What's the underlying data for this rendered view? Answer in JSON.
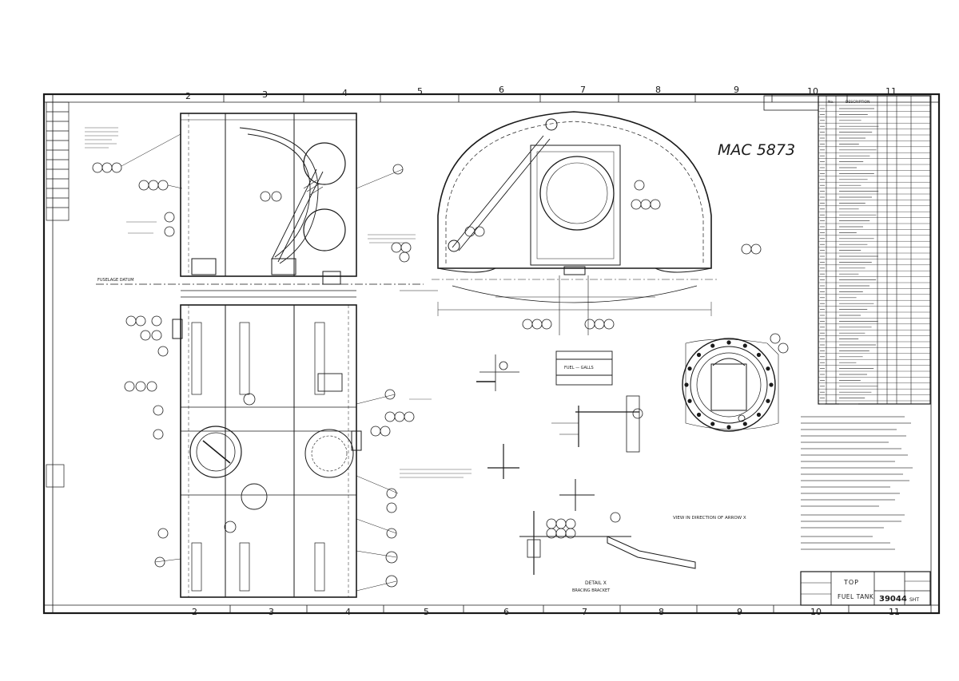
{
  "grid": {
    "top": [
      "2",
      "3",
      "4",
      "5",
      "6",
      "7",
      "8",
      "9",
      "10",
      "11"
    ],
    "bottom": [
      "2",
      "3",
      "4",
      "5",
      "6",
      "7",
      "8",
      "9",
      "10",
      "11"
    ]
  },
  "annotation": {
    "handwritten_ref": "MAC 5873"
  },
  "title_block": {
    "title_line1": "TOP",
    "title_line2": "FUEL TANK",
    "drawing_number": "39044",
    "sheet_label": "SHT"
  },
  "view_labels": {
    "section_x": "VIEW IN DIRECTION OF ARROW X",
    "detail_x": "DETAIL X",
    "bracing_bracket": "BRACING BRACKET",
    "fuel_gallons": "FUEL — GALLS",
    "fuselage_datum": "FUSELAGE DATUM"
  },
  "parts_list_header": {
    "col_no": "No.",
    "col_desc": "DESCRIPTION"
  },
  "colors": {
    "paper": "#ffffff",
    "ink": "#1a1a1a",
    "faint": "#555555"
  }
}
